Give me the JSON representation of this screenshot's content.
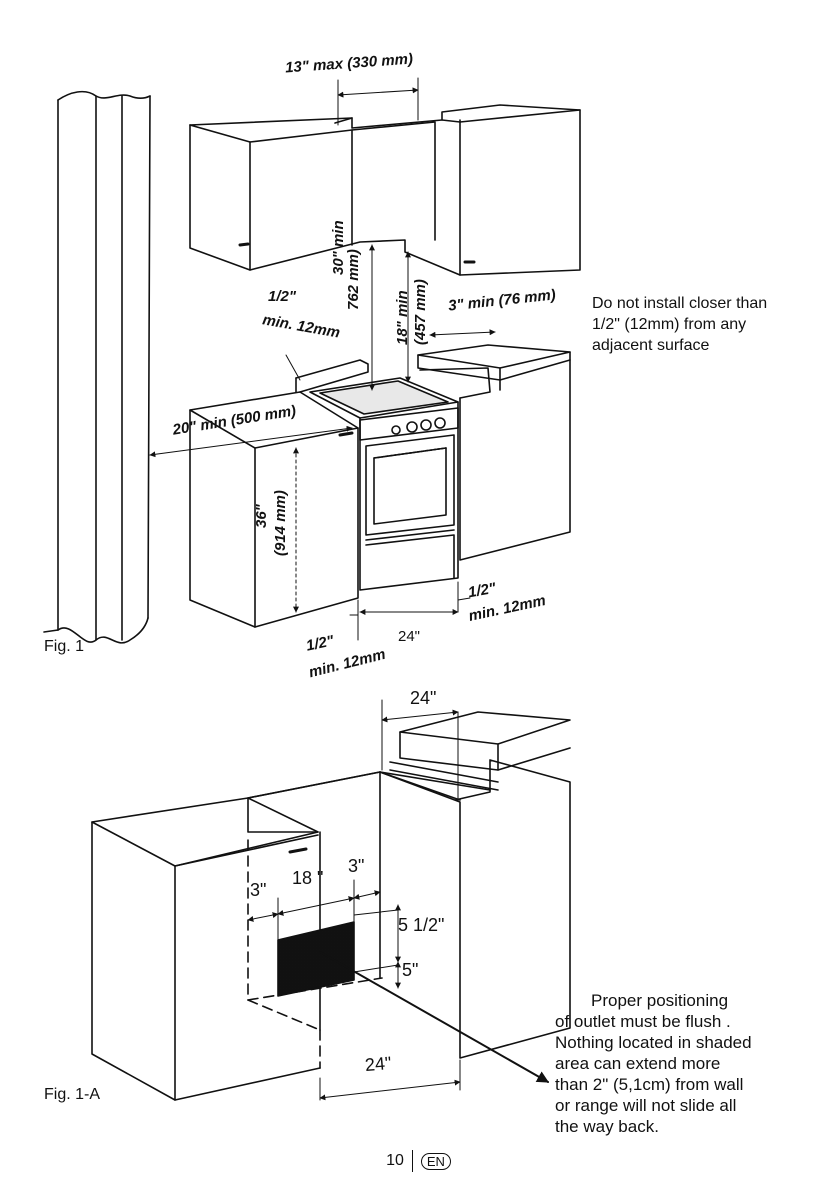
{
  "figures": {
    "fig1": {
      "caption": "Fig. 1",
      "dimensions": {
        "max13": "13\" max (330 mm)",
        "min30": "30\" min",
        "mm762": "762 mm)",
        "min18": "18\" min",
        "mm457": "(457 mm)",
        "half_in_top": "1/2\"",
        "min12mm_top": "min. 12mm",
        "min3": "3\" min (76 mm)",
        "min20": "20\" min (500 mm)",
        "h36": "36\"",
        "mm914": "(914 mm)",
        "w24": "24\"",
        "half_in_right": "1/2\"",
        "min12mm_right": "min. 12mm",
        "half_in_bottom": "1/2\"",
        "min12mm_bottom": "min. 12mm"
      },
      "note": "Do not install closer than 1/2\" (12mm) from any adjacent surface"
    },
    "fig1a": {
      "caption": "Fig. 1-A",
      "dimensions": {
        "top24": "24\"",
        "left3": "3\"",
        "mid18": "18 \"",
        "right3": "3\"",
        "h5half": "5 1/2\"",
        "h5": "5\"",
        "bottom24": "24\""
      },
      "note_lines": [
        "Proper positioning",
        "of outlet must be flush .",
        "Nothing located in shaded",
        "area can extend more",
        "than 2\" (5,1cm) from wall",
        "or range will not slide all",
        "the way back."
      ]
    }
  },
  "footer": {
    "page_number": "10",
    "language": "EN"
  }
}
